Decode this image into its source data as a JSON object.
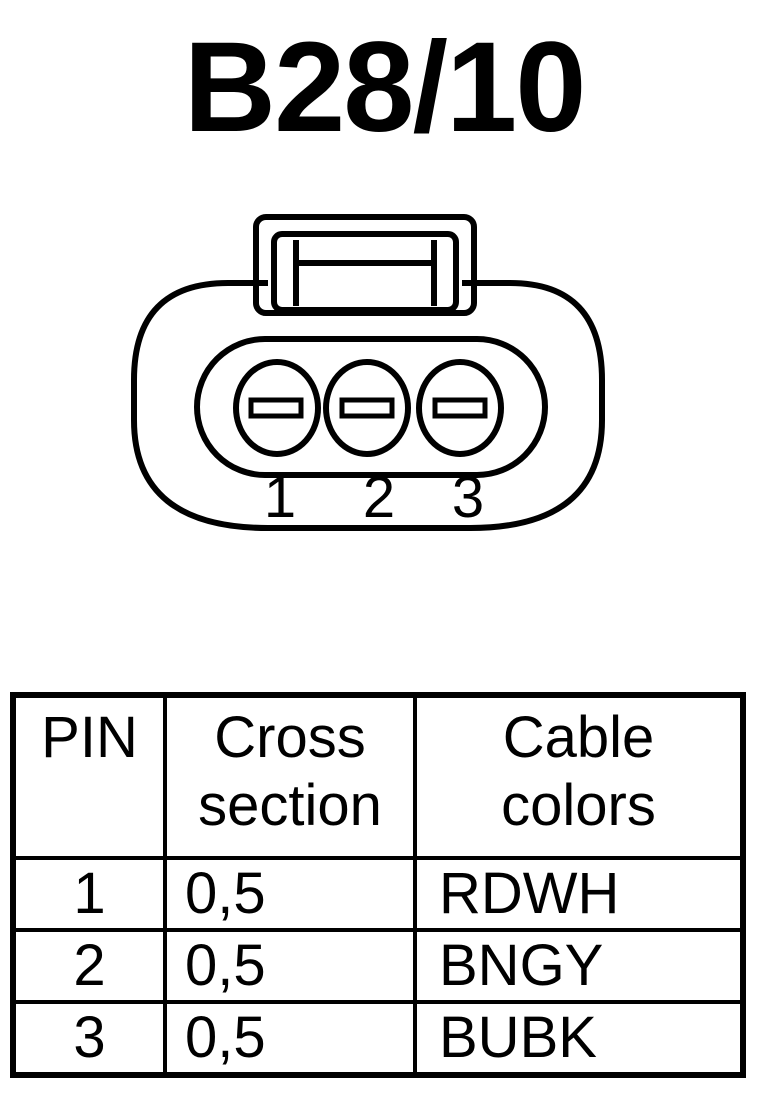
{
  "title": "B28/10",
  "connector": {
    "pin_labels": [
      "1",
      "2",
      "3"
    ]
  },
  "table": {
    "headers": {
      "pin": "PIN",
      "cross_section_line1": "Cross",
      "cross_section_line2": "section",
      "cable_colors_line1": "Cable",
      "cable_colors_line2": "colors"
    },
    "rows": [
      {
        "pin": "1",
        "cross_section": "0,5",
        "cable_color": "RDWH"
      },
      {
        "pin": "2",
        "cross_section": "0,5",
        "cable_color": "BNGY"
      },
      {
        "pin": "3",
        "cross_section": "0,5",
        "cable_color": "BUBK"
      }
    ]
  }
}
